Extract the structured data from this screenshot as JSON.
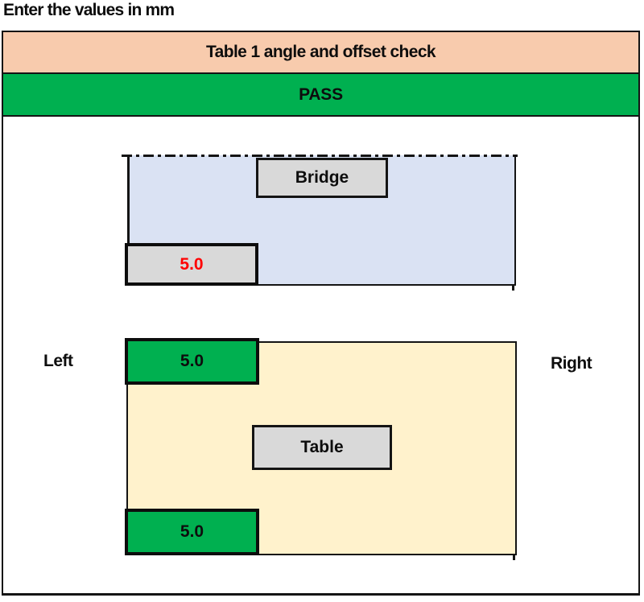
{
  "instruction": "Enter the values in mm",
  "check_panel": {
    "title": "Table 1 angle and offset check",
    "status": "PASS"
  },
  "bridge_diagram": {
    "label": "Bridge",
    "offset_mm": "5.0"
  },
  "table_diagram": {
    "label": "Table",
    "side_left": "Left",
    "side_right": "Right",
    "offset_top_mm": "5.0",
    "offset_bottom_mm": "5.0"
  },
  "colors": {
    "header_bg": "#F8CBAD",
    "status_pass_bg": "#00B050",
    "bridge_bg": "#DAE2F3",
    "table_bg": "#FFF2CC",
    "label_box_bg": "#D9D9D9",
    "value_cell_bg": "#D9D9D9",
    "offset_value_red": "#FF0000",
    "line_black": "#141414"
  }
}
